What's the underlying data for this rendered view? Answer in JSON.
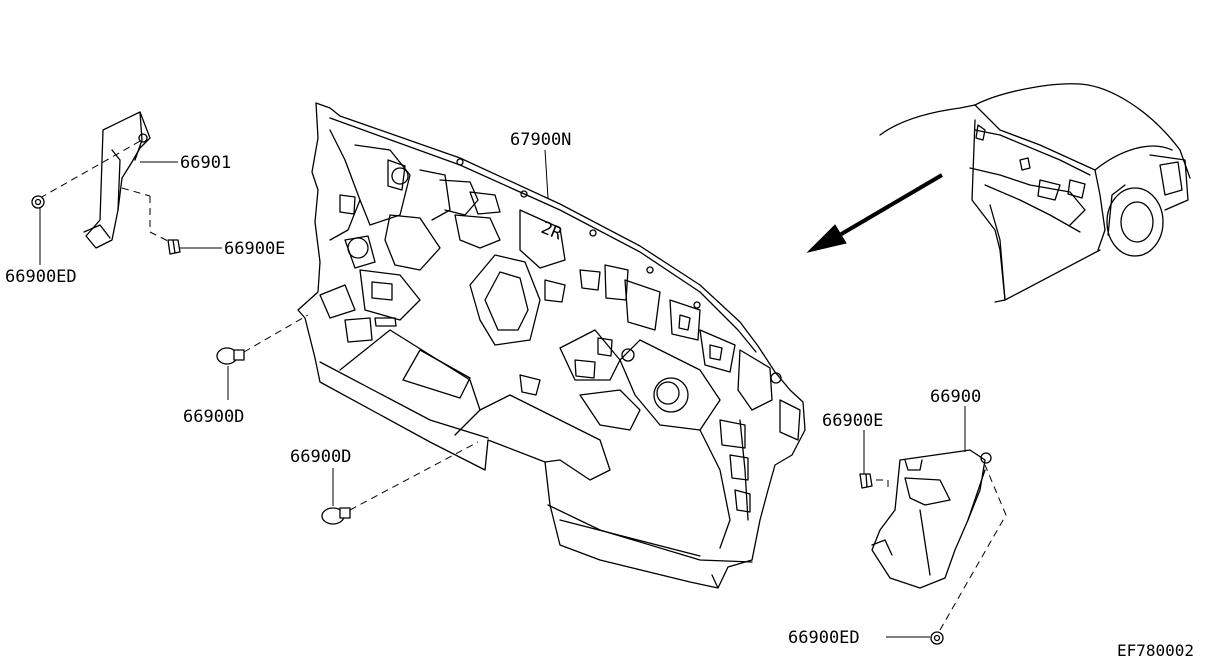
{
  "diagram": {
    "callouts": {
      "dash_insulator": "67900N",
      "left_finisher": "66901",
      "left_clip_e": "66900E",
      "left_clip_ed": "66900ED",
      "clip_d_upper": "66900D",
      "clip_d_lower": "66900D",
      "right_finisher": "66900",
      "right_clip_e": "66900E",
      "right_clip_ed": "66900ED"
    },
    "embossed_text": "2R",
    "diagram_code": "EF780002"
  }
}
